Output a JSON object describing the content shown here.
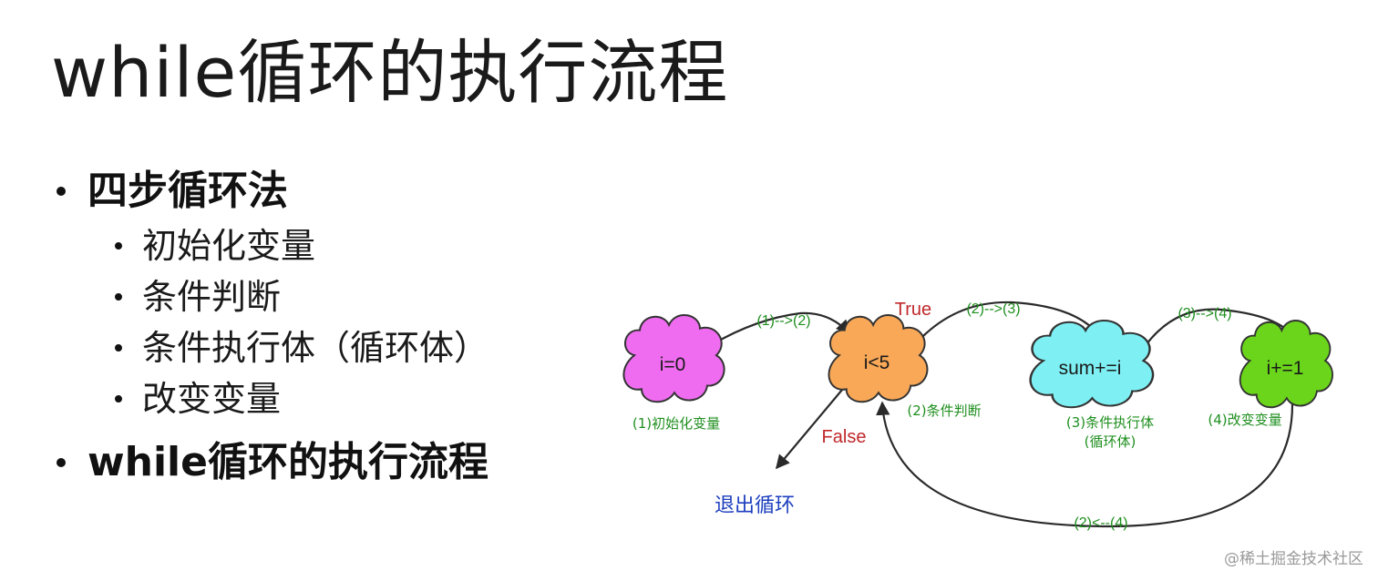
{
  "slide": {
    "title": "while循环的执行流程",
    "bullets": {
      "section1": "四步循环法",
      "steps": [
        "初始化变量",
        "条件判断",
        "条件执行体（循环体）",
        "改变变量"
      ],
      "section2": "while循环的执行流程"
    }
  },
  "diagram": {
    "nodes": [
      {
        "label": "i=0",
        "caption": "(1)初始化变量",
        "color": "#ef6cf0"
      },
      {
        "label": "i<5",
        "caption": "(2)条件判断",
        "color": "#f8a857"
      },
      {
        "label": "sum+=i",
        "caption_line1": "(3)条件执行体",
        "caption_line2": "(循环体)",
        "color": "#7ef0f4"
      },
      {
        "label": "i+=1",
        "caption": "(4)改变变量",
        "color": "#6ad51a"
      }
    ],
    "edges": {
      "e12": "(1)-->(2)",
      "e23": "(2)-->(3)",
      "e34": "(3)-->(4)",
      "e42": "(2)<--(4)"
    },
    "true_label": "True",
    "false_label": "False",
    "exit_label": "退出循环",
    "colors": {
      "edge_label": "#1f8f1f",
      "condition": "#c0282b",
      "exit": "#1c3fbf",
      "stroke": "#2a2a2a"
    }
  },
  "watermark": "@稀土掘金技术社区"
}
